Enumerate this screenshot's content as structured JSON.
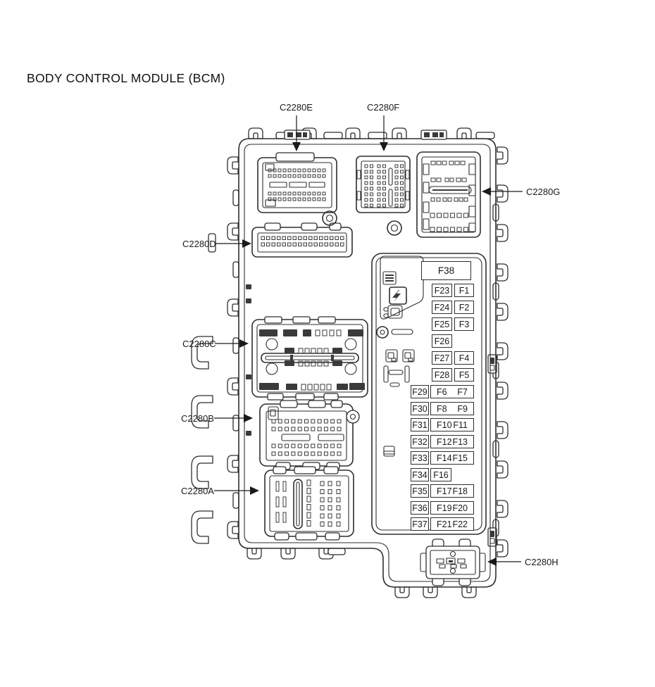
{
  "title": "BODY CONTROL MODULE (BCM)",
  "colors": {
    "line": "#2e2e2e",
    "text": "#1a1a1a",
    "background": "#ffffff",
    "pin_dark": "#3a3a3a"
  },
  "callouts": {
    "e": {
      "text": "C2280E"
    },
    "f": {
      "text": "C2280F"
    },
    "g": {
      "text": "C2280G"
    },
    "d": {
      "text": "C2280D"
    },
    "c": {
      "text": "C2280C"
    },
    "b": {
      "text": "C2280B"
    },
    "a": {
      "text": "C2280A"
    },
    "h": {
      "text": "C2280H"
    }
  },
  "fuse_panel": {
    "f38": "F38",
    "upper_rows": [
      {
        "left": "F23",
        "right": "F1"
      },
      {
        "left": "F24",
        "right": "F2"
      },
      {
        "left": "F25",
        "right": "F3"
      },
      {
        "left": "F26",
        "right": null
      },
      {
        "left": "F27",
        "right": "F4"
      },
      {
        "left": "F28",
        "right": "F5"
      }
    ],
    "lower_rows": [
      {
        "left": "F29",
        "pair": [
          "F6",
          "F7"
        ]
      },
      {
        "left": "F30",
        "pair": [
          "F8",
          "F9"
        ]
      },
      {
        "left": "F31",
        "pair": [
          "F10",
          "F11"
        ]
      },
      {
        "left": "F32",
        "pair": [
          "F12",
          "F13"
        ]
      },
      {
        "left": "F33",
        "pair": [
          "F14",
          "F15"
        ]
      },
      {
        "left": "F34",
        "pair": [
          "F16"
        ]
      },
      {
        "left": "F35",
        "pair": [
          "F17",
          "F18"
        ]
      },
      {
        "left": "F36",
        "pair": [
          "F19",
          "F20"
        ]
      },
      {
        "left": "F37",
        "pair": [
          "F21",
          "F22"
        ]
      }
    ]
  }
}
